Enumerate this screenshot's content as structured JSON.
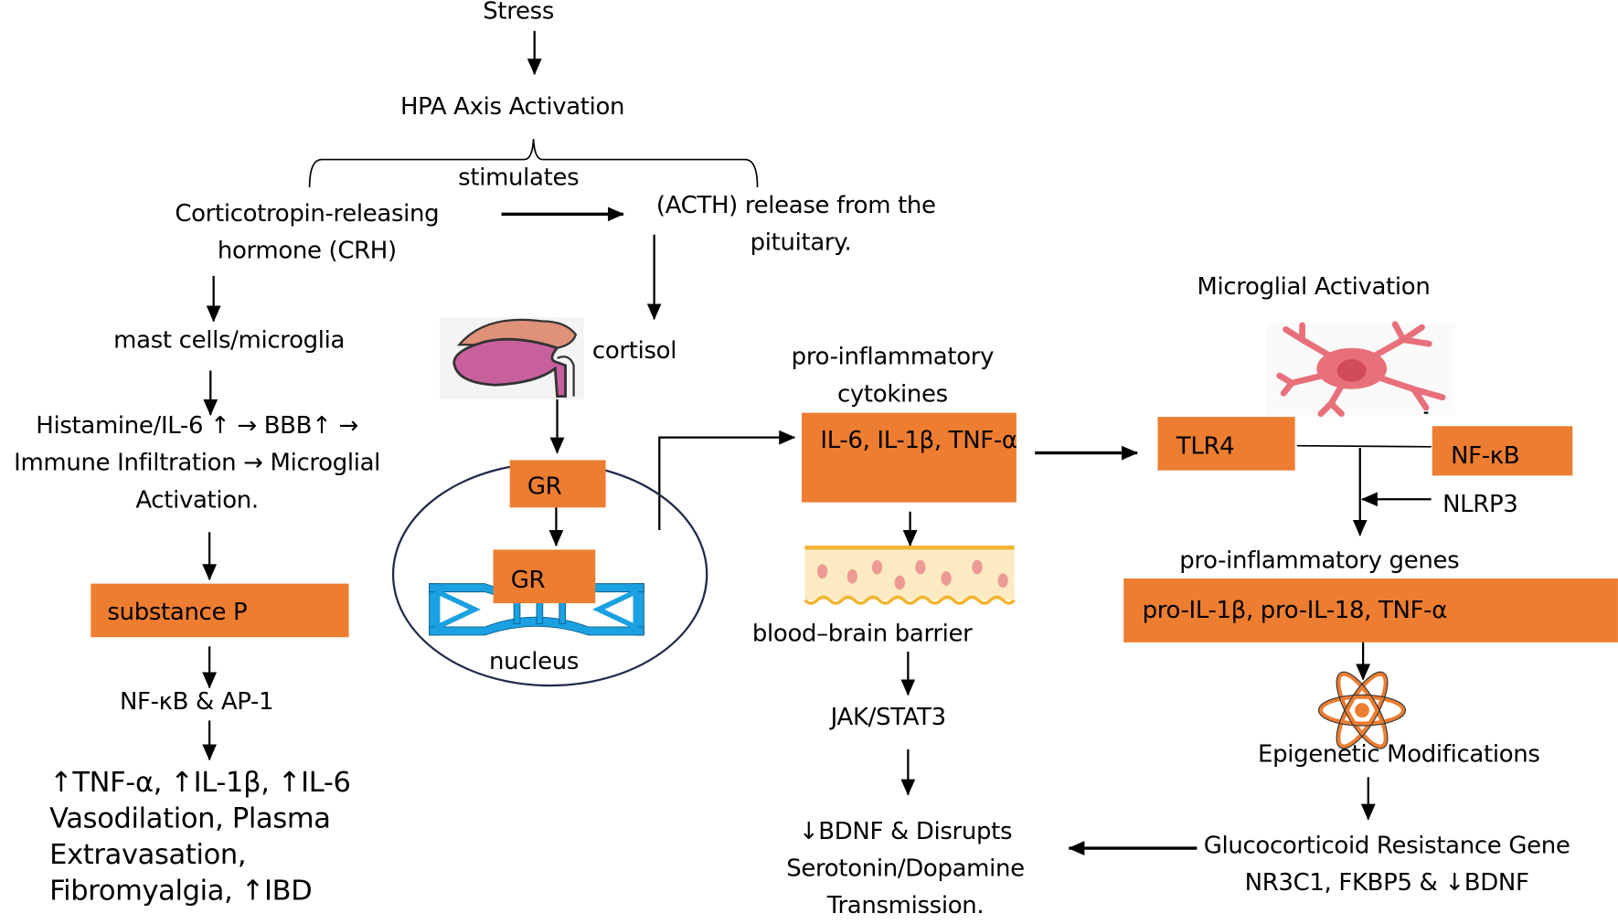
{
  "title": "Stress",
  "hpa": "HPA Axis Activation",
  "stimulates": "stimulates",
  "crh": "Corticotropin-releasing\nhormone (CRH)",
  "acth_line1": "(ACTH) release from the",
  "acth_line2": "pituitary.",
  "left_branch": {
    "mast": "mast cells/microglia",
    "histamine": "Histamine/IL-6 ↑ → BBB↑ →\nImmune Infiltration → Microglial\nActivation.",
    "substance_p": "substance P",
    "nfkb_ap1": "NF-κB & AP-1",
    "outcomes": "↑TNF-α, ↑IL-1β, ↑IL-6\nVasodilation, Plasma\nExtravasation,\nFibromyalgia, ↑IBD"
  },
  "center_branch": {
    "cortisol": "cortisol",
    "gr_outer": "GR",
    "gr_inner": "GR",
    "nucleus": "nucleus"
  },
  "cytokine_branch": {
    "header": "pro-inflammatory\ncytokines",
    "box": "IL-6, IL-1β,\nTNF-α",
    "bbb": "blood–brain barrier",
    "jak": "JAK/STAT3",
    "outcome": "↓BDNF & Disrupts\nSerotonin/Dopamine\nTransmission."
  },
  "microglia_branch": {
    "header": "Microglial Activation",
    "tlr4": "TLR4",
    "nfkb": "NF-κB",
    "nlrp3": "NLRP3",
    "genes_header": "pro-inflammatory genes",
    "genes_box": "pro-IL-1β, pro-IL-18, TNF-α",
    "epigenetic": "Epigenetic Modifications",
    "gc_resistance": "Glucocorticoid Resistance Gene\nNR3C1, FKBP5 & ↓BDNF"
  },
  "colors": {
    "box": "#ED7D31",
    "dna": "#1BA1E2",
    "kidney": "#C9609E",
    "adrenal": "#E0917A",
    "microglia": "#E8707A",
    "nucleus_border": "#1F2A4A"
  }
}
